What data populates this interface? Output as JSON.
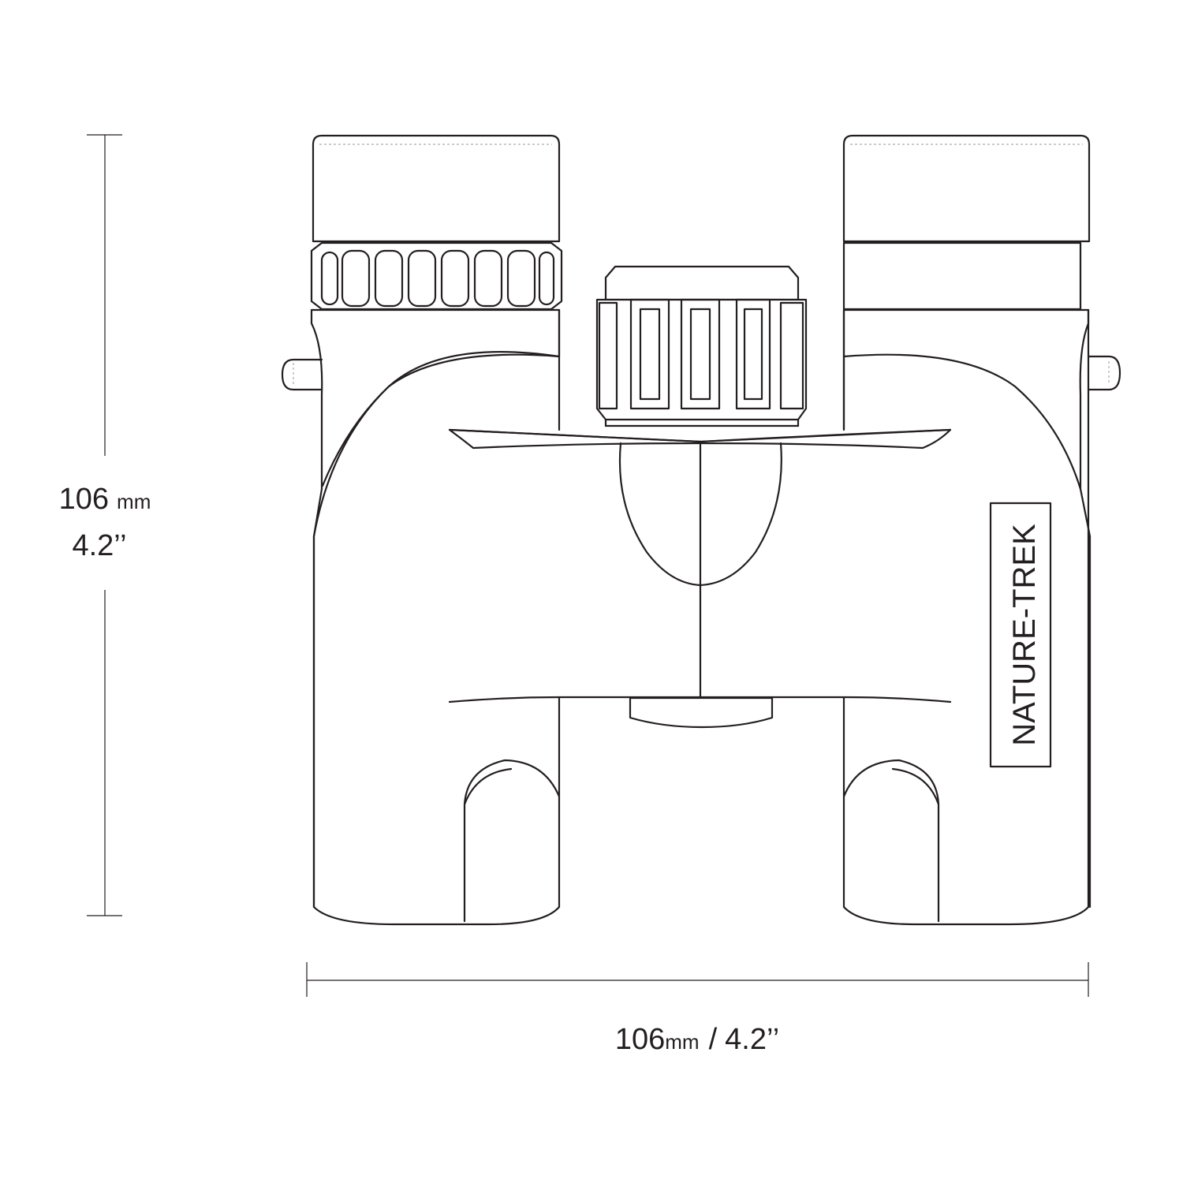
{
  "height_dimension": {
    "metric_value": "106",
    "metric_unit": "mm",
    "imperial": "4.2’’"
  },
  "width_dimension": {
    "metric_value": "106",
    "metric_unit": "mm",
    "separator": "/",
    "imperial": "4.2’’"
  },
  "brand_label": "NATURE-TREK",
  "colors": {
    "line": "#231f20",
    "background": "#ffffff",
    "dimension_line": "#555555"
  }
}
